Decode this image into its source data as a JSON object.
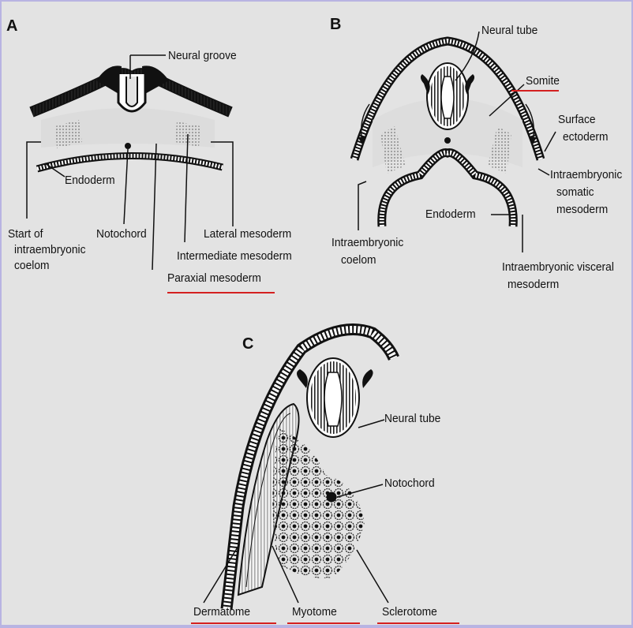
{
  "panels": {
    "A": {
      "letter": "A",
      "neural_groove": "Neural groove",
      "endoderm": "Endoderm",
      "start_coelom": [
        "Start of",
        "intraembryonic",
        "coelom"
      ],
      "notochord": "Notochord",
      "lateral_mesoderm": "Lateral mesoderm",
      "intermediate_mesoderm": "Intermediate mesoderm",
      "paraxial_mesoderm": "Paraxial mesoderm"
    },
    "B": {
      "letter": "B",
      "neural_tube": "Neural  tube",
      "somite": "Somite",
      "surface_ectoderm": [
        "Surface",
        "ectoderm"
      ],
      "somatic_mesoderm": [
        "Intraembryonic",
        "somatic",
        "mesoderm"
      ],
      "endoderm": "Endoderm",
      "coelom": [
        "Intraembryonic",
        "coelom"
      ],
      "visceral_mesoderm": [
        "Intraembryonic visceral",
        "mesoderm"
      ]
    },
    "C": {
      "letter": "C",
      "neural_tube": "Neural tube",
      "notochord": "Notochord",
      "dermatome": "Dermatome",
      "myotome": "Myotome",
      "sclerotome": "Sclerotome"
    }
  },
  "colors": {
    "background_frame": "#b8b4e2",
    "figure_background": "#e3e3e3",
    "underline": "#d42020",
    "ink": "#111111"
  }
}
